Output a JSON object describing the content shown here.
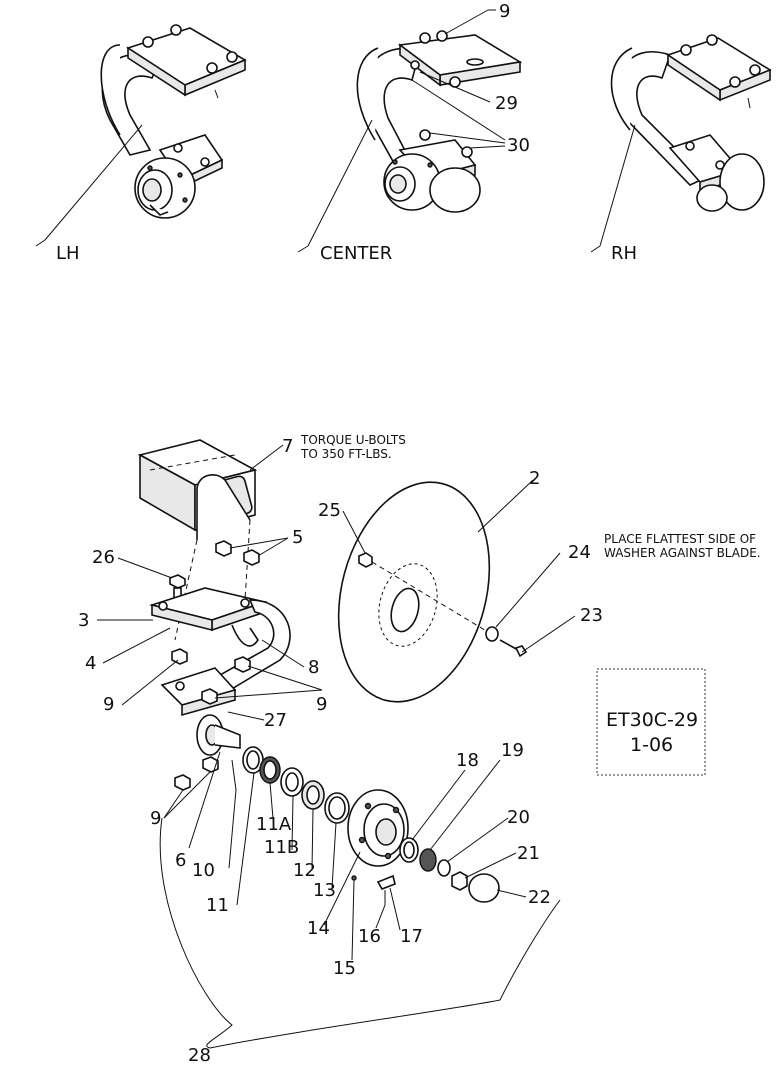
{
  "views": {
    "lh": "LH",
    "center": "CENTER",
    "rh": "RH"
  },
  "callouts": {
    "c9_top": "9",
    "c29": "29",
    "c30": "30",
    "c7": "7",
    "c2": "2",
    "c25": "25",
    "c5": "5",
    "c26": "26",
    "c24": "24",
    "c23": "23",
    "c3": "3",
    "c4": "4",
    "c8": "8",
    "c9_a": "9",
    "c9_b": "9",
    "c27": "27",
    "c9_c": "9",
    "c6": "6",
    "c10": "10",
    "c11a": "11A",
    "c11b": "11B",
    "c12": "12",
    "c13": "13",
    "c11": "11",
    "c14": "14",
    "c15": "15",
    "c16": "16",
    "c17": "17",
    "c18": "18",
    "c19": "19",
    "c20": "20",
    "c21": "21",
    "c22": "22",
    "c28": "28"
  },
  "notes": {
    "torque_line1": "TORQUE U-BOLTS",
    "torque_line2": "TO 350 FT-LBS.",
    "washer_line1": "PLACE FLATTEST SIDE OF",
    "washer_line2": "WASHER AGAINST BLADE."
  },
  "stamp": {
    "code": "ET30C-29",
    "date": "1-06"
  }
}
